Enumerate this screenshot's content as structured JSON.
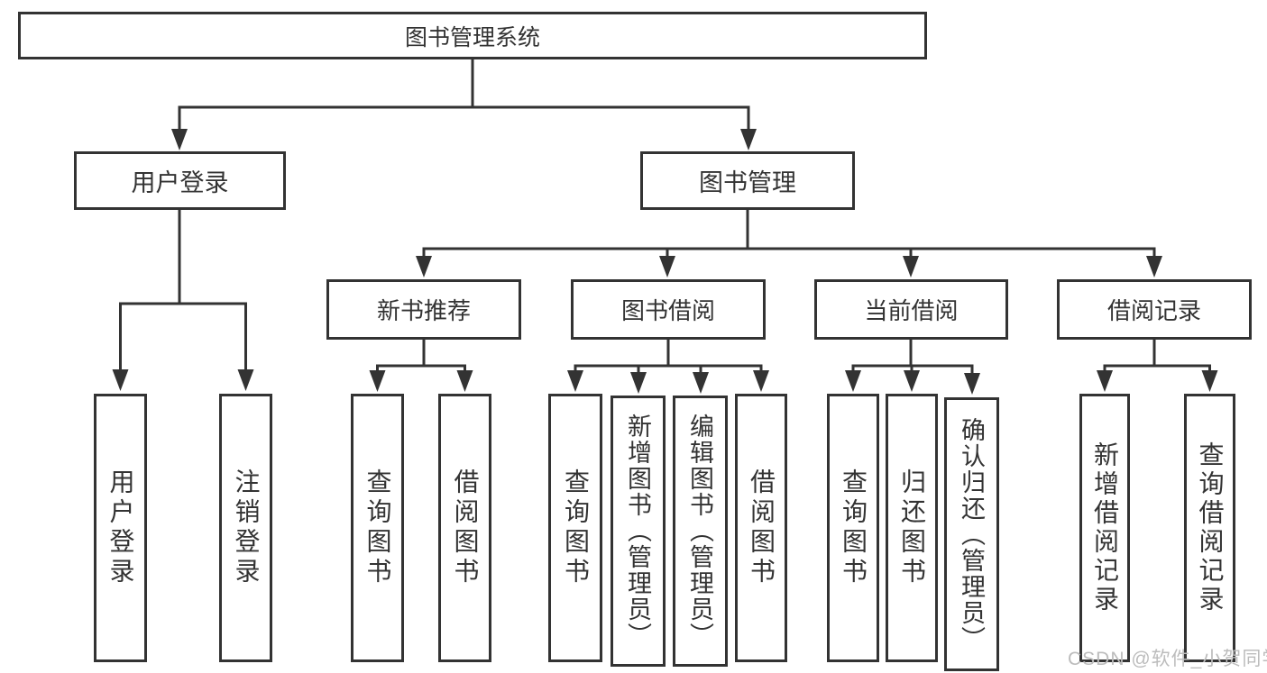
{
  "diagram_title": "图书管理系统",
  "nodes": {
    "root": "图书管理系统",
    "level2": [
      "用户登录",
      "图书管理"
    ],
    "level3": [
      "新书推荐",
      "图书借阅",
      "当前借阅",
      "借阅记录"
    ],
    "leaves_user": [
      "用户登录",
      "注销登录"
    ],
    "leaves_recommend": [
      "查询图书",
      "借阅图书"
    ],
    "leaves_borrow": [
      "查询图书",
      "新增图书（管理员）",
      "编辑图书（管理员）",
      "借阅图书"
    ],
    "leaves_current": [
      "查询图书",
      "归还图书",
      "确认归还（管理员）"
    ],
    "leaves_records": [
      "新增借阅记录",
      "查询借阅记录"
    ]
  },
  "watermark": {
    "text": "CSDN @软件_小贺同学",
    "color": "#bcbcbc"
  },
  "colors": {
    "line": "#333333",
    "box_border": "#333333",
    "text": "#333333",
    "background": "#ffffff",
    "watermark": "#bcbcbc"
  }
}
